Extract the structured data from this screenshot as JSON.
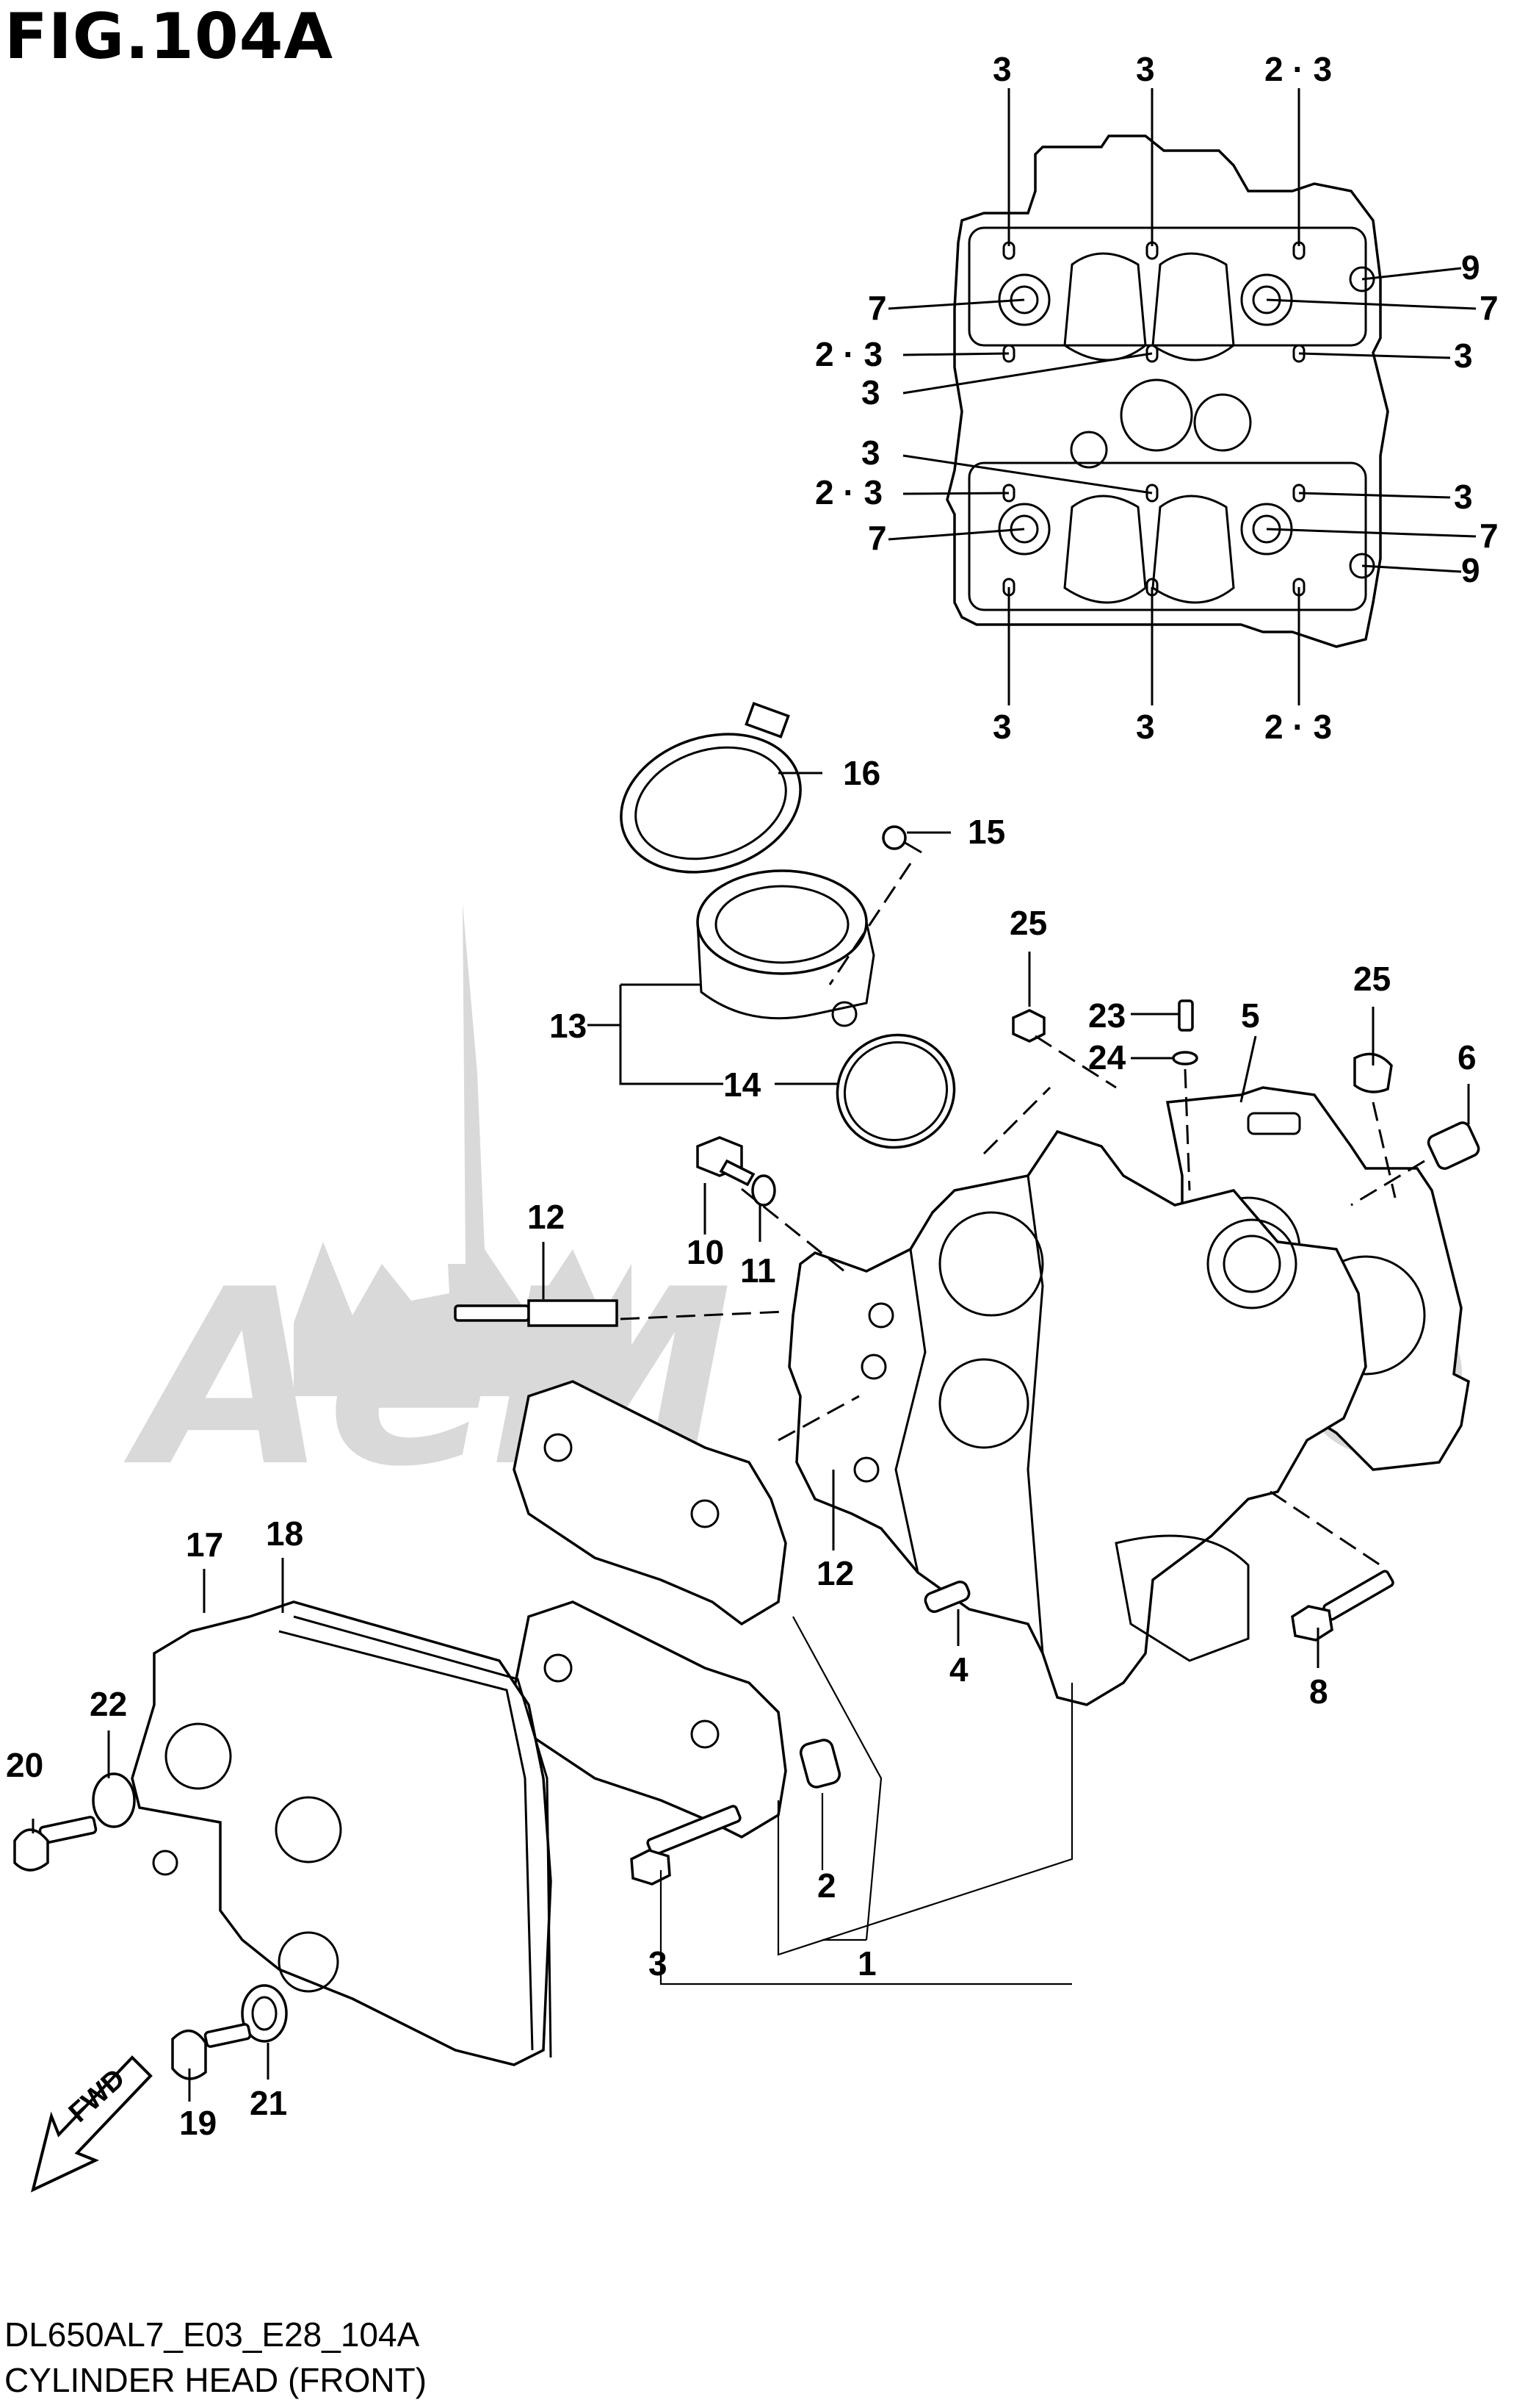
{
  "figure": {
    "title": "FIG.104A",
    "model_code": "DL650AL7_E03_E28_104A",
    "caption": "CYLINDER HEAD (FRONT)"
  },
  "watermark": {
    "text": "AeM",
    "color": "#d9d9d9"
  },
  "fwd_arrow": {
    "label": "FWD"
  },
  "callouts": {
    "top_3a": "3",
    "top_3b": "3",
    "top_23a": "2 · 3",
    "r_9a": "9",
    "r_7a": "7",
    "r_3a": "3",
    "r_3b": "3",
    "r_7b": "7",
    "r_9b": "9",
    "l_7a": "7",
    "l_23a": "2 · 3",
    "l_3a": "3",
    "l_3b": "3",
    "l_23b": "2 · 3",
    "l_7b": "7",
    "bot_3a": "3",
    "bot_3b": "3",
    "bot_23a": "2 · 3",
    "p16": "16",
    "p15": "15",
    "p13": "13",
    "p14": "14",
    "p25a": "25",
    "p25b": "25",
    "p23": "23",
    "p24": "24",
    "p5": "5",
    "p6": "6",
    "p12a": "12",
    "p10": "10",
    "p11": "11",
    "p12b": "12",
    "p4": "4",
    "p8": "8",
    "p17": "17",
    "p18": "18",
    "p22": "22",
    "p20": "20",
    "p2": "2",
    "p3": "3",
    "p1": "1",
    "p19": "19",
    "p21": "21"
  }
}
